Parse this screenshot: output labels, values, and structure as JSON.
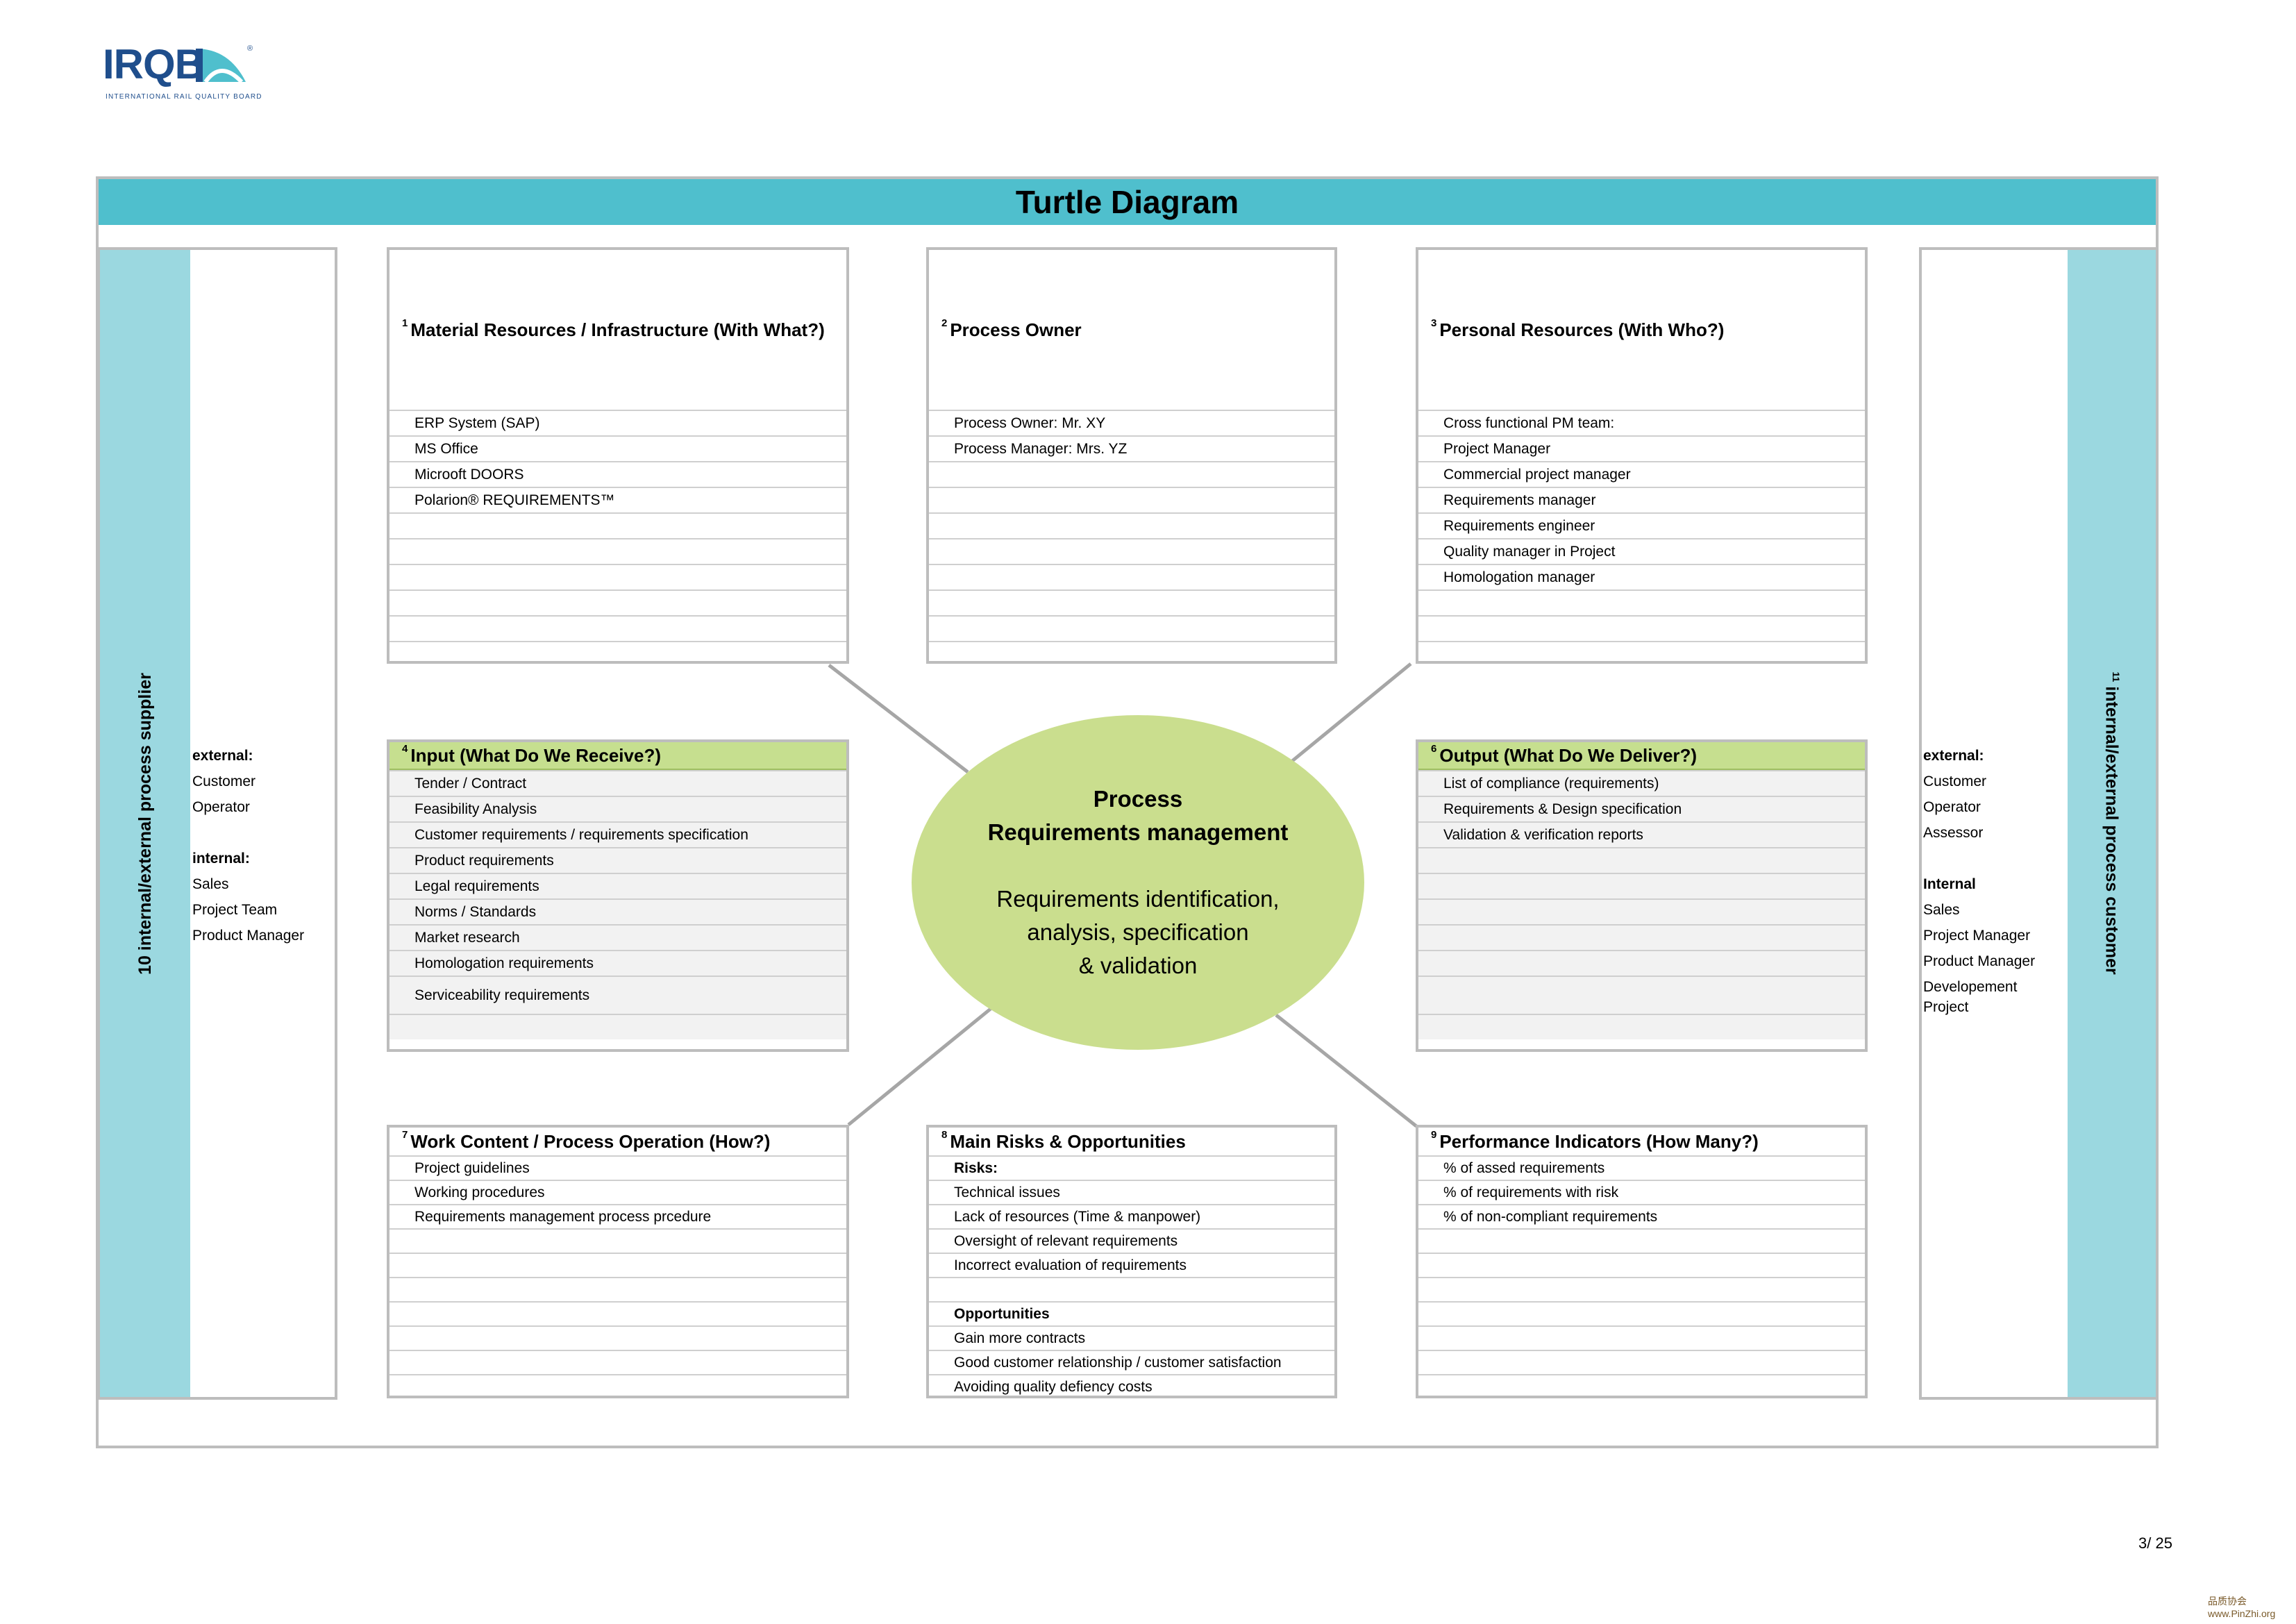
{
  "logo": {
    "word": "IRQB",
    "sub": "INTERNATIONAL RAIL QUALITY BOARD",
    "reg": "®"
  },
  "title": "Turtle Diagram",
  "supplier": {
    "label": "10 internal/external process supplier",
    "lines": [
      {
        "text": "external:",
        "bold": true
      },
      {
        "text": "Customer"
      },
      {
        "text": "Operator"
      },
      {
        "text": ""
      },
      {
        "text": "internal:",
        "bold": true
      },
      {
        "text": "Sales"
      },
      {
        "text": "Project Team"
      },
      {
        "text": "Product Manager"
      }
    ]
  },
  "customer": {
    "label_num": "11",
    "label": "internal/external process customer",
    "lines": [
      {
        "text": "external:",
        "bold": true
      },
      {
        "text": "Customer"
      },
      {
        "text": "Operator"
      },
      {
        "text": "Assessor"
      },
      {
        "text": ""
      },
      {
        "text": "Internal",
        "bold": true
      },
      {
        "text": "Sales"
      },
      {
        "text": "Project Manager"
      },
      {
        "text": "Product Manager"
      },
      {
        "text": "Developement"
      },
      {
        "text": "Project"
      }
    ]
  },
  "boxes": {
    "material": {
      "num": "1",
      "title": "Material Resources / Infrastructure (With What?)",
      "rows": [
        "ERP System (SAP)",
        "MS Office",
        "Microoft DOORS",
        "Polarion® REQUIREMENTS™",
        "",
        "",
        "",
        "",
        "",
        ""
      ]
    },
    "owner": {
      "num": "2",
      "title": "Process Owner",
      "rows": [
        "Process Owner: Mr. XY",
        "Process Manager: Mrs. YZ",
        "",
        "",
        "",
        "",
        "",
        "",
        "",
        ""
      ]
    },
    "personal": {
      "num": "3",
      "title": "Personal Resources (With Who?)",
      "rows": [
        "Cross functional PM team:",
        "Project Manager",
        "Commercial project manager",
        "Requirements manager",
        "Requirements engineer",
        "Quality manager in Project",
        "Homologation manager",
        "",
        "",
        ""
      ]
    },
    "input": {
      "num": "4",
      "title": "Input (What Do We Receive?)",
      "rows": [
        "Tender / Contract",
        "Feasibility Analysis",
        "Customer requirements / requirements specification",
        "Product requirements",
        "Legal requirements",
        "Norms / Standards",
        "Market research",
        "Homologation requirements",
        "Serviceability requirements",
        ""
      ]
    },
    "output": {
      "num": "6",
      "title": "Output (What Do We Deliver?)",
      "rows": [
        "List of compliance (requirements)",
        "Requirements & Design specification",
        "Validation & verification reports",
        "",
        "",
        "",
        "",
        "",
        "",
        ""
      ]
    },
    "work": {
      "num": "7",
      "title": "Work Content / Process Operation  (How?)",
      "rows": [
        "Project guidelines",
        "Working procedures",
        "Requirements management process prcedure",
        "",
        "",
        "",
        "",
        "",
        "",
        ""
      ]
    },
    "risks": {
      "num": "8",
      "title": "Main Risks & Opportunities",
      "rows": [
        {
          "text": "Risks:",
          "bold": true
        },
        {
          "text": "Technical issues"
        },
        {
          "text": "Lack of resources (Time & manpower)"
        },
        {
          "text": "Oversight of relevant requirements"
        },
        {
          "text": "Incorrect evaluation of requirements"
        },
        {
          "text": ""
        },
        {
          "text": "Opportunities",
          "bold": true
        },
        {
          "text": "Gain more contracts"
        },
        {
          "text": "Good customer relationship / customer satisfaction"
        },
        {
          "text": "Avoiding quality defiency costs"
        }
      ]
    },
    "performance": {
      "num": "9",
      "title": "Performance Indicators (How Many?)",
      "rows": [
        "% of assed requirements",
        "% of requirements with risk",
        "% of non-compliant requirements",
        "",
        "",
        "",
        "",
        "",
        "",
        ""
      ]
    }
  },
  "process": {
    "heading": "Process",
    "name": "Requirements management",
    "desc1": "Requirements identification,",
    "desc2": "analysis, specification",
    "desc3": "& validation"
  },
  "page": "3/ 25",
  "watermark": "品质协会 www.PinZhi.org",
  "colors": {
    "title_bar": "#4fbfcd",
    "side_band": "#9bd8e0",
    "green_head": "#c6df8f",
    "ellipse": "#cade8e"
  }
}
